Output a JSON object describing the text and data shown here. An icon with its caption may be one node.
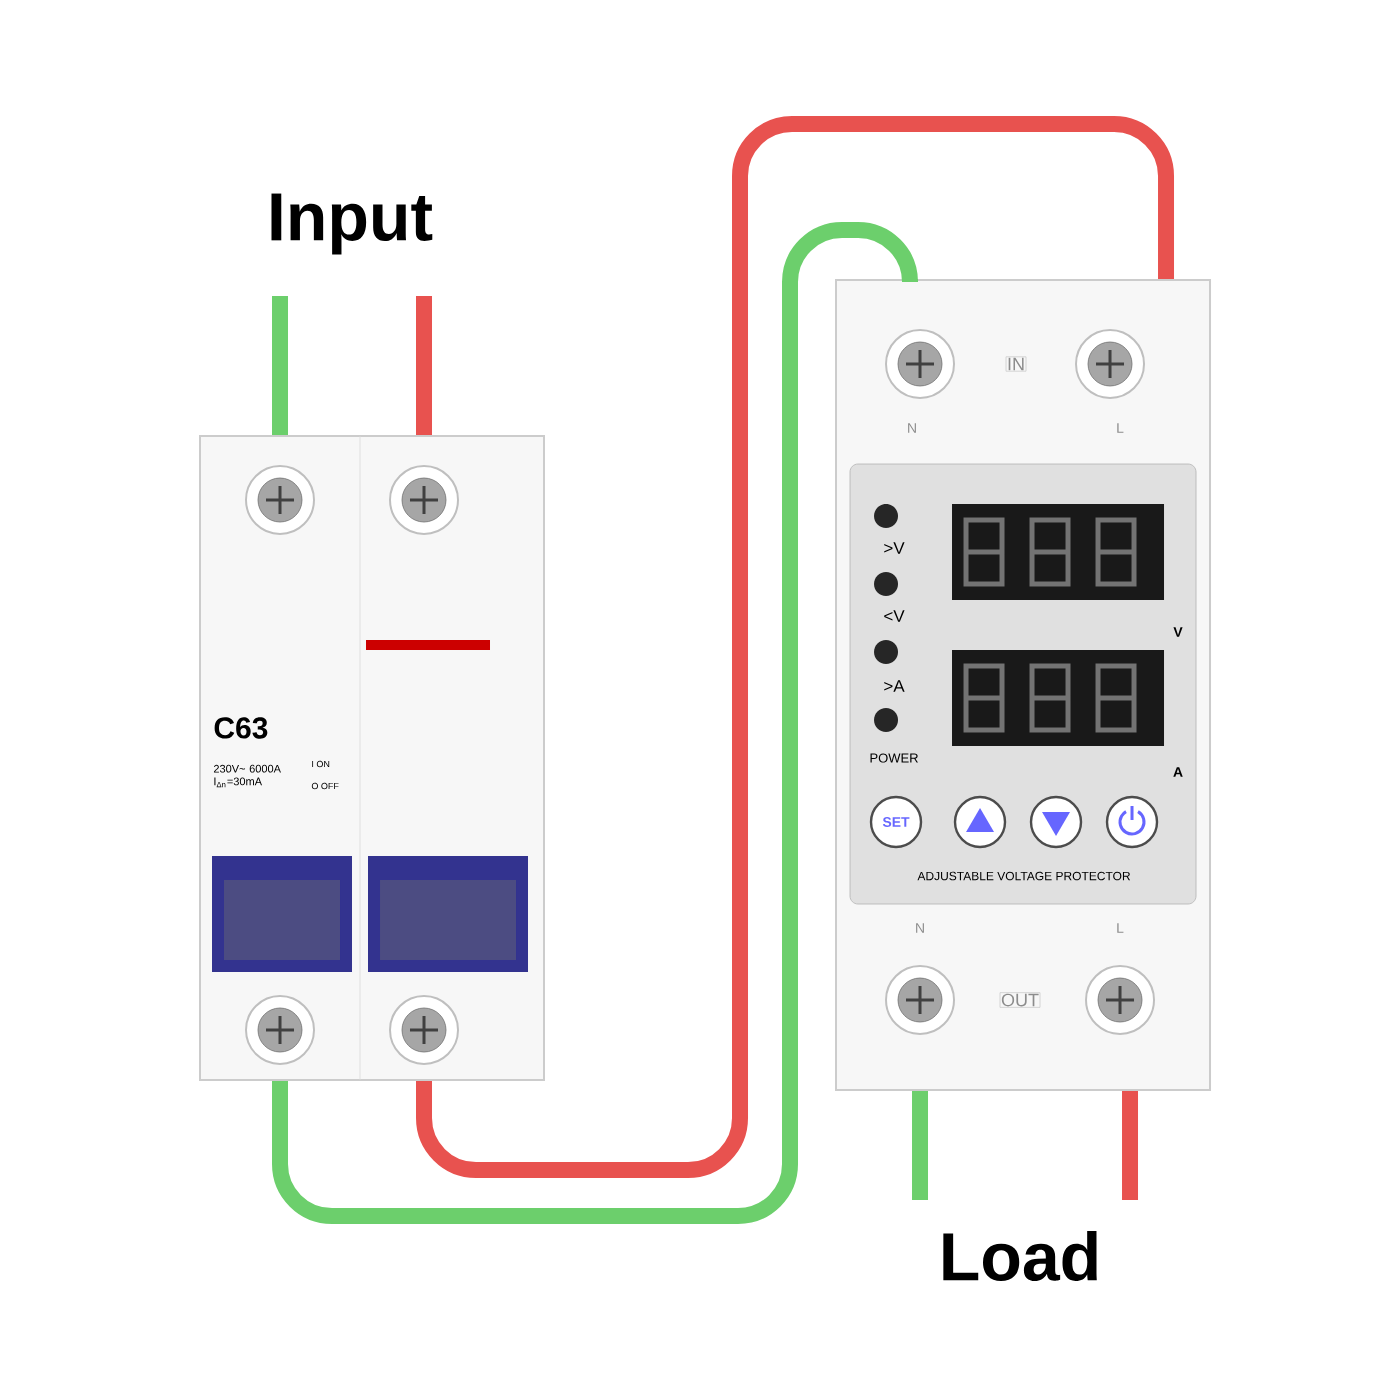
{
  "diagram": {
    "nodes": [
      {
        "text": [
          "C63",
          "230V~ 6000A I$_{Δn}$=30mA",
          "I ON",
          "O OFF"
        ]
      },
      {
        "text": [
          "IN",
          "N",
          "L",
          ">V",
          "<V",
          ">A",
          "POWER",
          "V",
          "A",
          "SET",
          "ADJUSTABLE VOLTAGE PROTECTOR",
          "N",
          "L",
          "OUT"
        ]
      }
    ],
    "edges": [
      {
        "from": null,
        "to": 0,
        "arrow": "none",
        "color": "#6ccf6c"
      },
      {
        "from": null,
        "to": 0,
        "arrow": "none",
        "color": "#e8524f"
      },
      {
        "from": 0,
        "to": 1,
        "arrow": "none",
        "color": "#e8524f"
      },
      {
        "from": 0,
        "to": 1,
        "arrow": "none",
        "color": "#6ccf6c"
      },
      {
        "from": 1,
        "to": null,
        "arrow": "none",
        "color": "#6ccf6c"
      },
      {
        "from": 1,
        "to": null,
        "arrow": "none",
        "color": "#e8524f"
      }
    ],
    "labels": [
      "Input",
      "Load"
    ]
  }
}
